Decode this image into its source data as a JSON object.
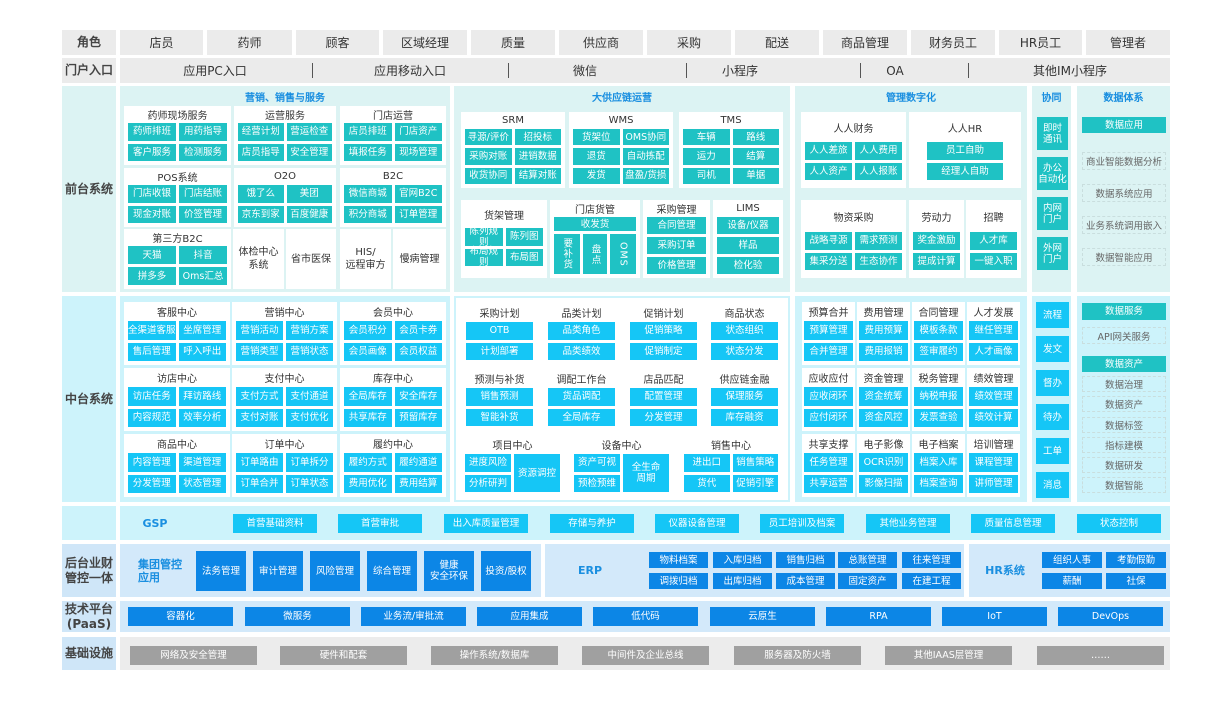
{
  "colors": {
    "teal": "#1fc2c4",
    "cyan": "#15c6f6",
    "blue": "#0c86e6",
    "gray": "#a0a0a0",
    "title_blue": "#1a8fe0"
  },
  "roles": {
    "label": "角色",
    "items": [
      "店员",
      "药师",
      "顾客",
      "区域经理",
      "质量",
      "供应商",
      "采购",
      "配送",
      "商品管理",
      "财务员工",
      "HR员工",
      "管理者"
    ]
  },
  "portal": {
    "label": "门户入口",
    "items": [
      "应用PC入口",
      "应用移动入口",
      "微信",
      "小程序",
      "OA",
      "其他IM小程序"
    ]
  },
  "front": {
    "label": "前台系统",
    "marketing": {
      "title": "营销、销售与服务",
      "groups": [
        {
          "title": "药师现场服务",
          "cells": [
            "药师排班",
            "用药指导",
            "客户服务",
            "检测服务"
          ]
        },
        {
          "title": "运营服务",
          "cells": [
            "经营计划",
            "营运检查",
            "店员指导",
            "安全管理"
          ]
        },
        {
          "title": "门店运营",
          "cells": [
            "店员排班",
            "门店资产",
            "填报任务",
            "现场管理"
          ]
        },
        {
          "title": "POS系统",
          "cells": [
            "门店收银",
            "门店结账",
            "现金对账",
            "价签管理"
          ]
        },
        {
          "title": "O2O",
          "cells": [
            "饿了么",
            "美团",
            "京东到家",
            "百度健康"
          ]
        },
        {
          "title": "B2C",
          "cells": [
            "微信商城",
            "官网B2C",
            "积分商城",
            "订单管理"
          ]
        },
        {
          "title": "第三方B2C",
          "cells": [
            "天猫",
            "抖音",
            "拼多多",
            "Oms汇总"
          ]
        }
      ],
      "plain": [
        "体检中心\n系统",
        "省市医保",
        "HIS/\n远程审方",
        "慢病管理"
      ]
    },
    "supply": {
      "title": "大供应链运营",
      "groups": [
        {
          "title": "SRM",
          "cells": [
            "寻源/评价",
            "招投标",
            "采购对账",
            "进销数据",
            "收货协同",
            "结算对账"
          ]
        },
        {
          "title": "WMS",
          "cells": [
            "货架位",
            "OMS协同",
            "退货",
            "自动拣配",
            "发货",
            "盘盈/货损"
          ]
        },
        {
          "title": "TMS",
          "cells": [
            "车辆",
            "路线",
            "运力",
            "结算",
            "司机",
            "单据"
          ]
        },
        {
          "title": "货架管理",
          "cells": [
            "陈列规则",
            "陈列图",
            "布局规则",
            "布局图"
          ]
        },
        {
          "title": "门店货管",
          "cells": [
            "收发货",
            "要补货",
            "盘点",
            "OMS"
          ]
        },
        {
          "title": "采购管理",
          "cells": [
            "合同管理",
            "采购订单",
            "价格管理"
          ]
        },
        {
          "title": "LIMS",
          "cells": [
            "设备/仪器",
            "样品",
            "检化验"
          ]
        }
      ]
    },
    "mgmt": {
      "title": "管理数字化",
      "groups": [
        {
          "title": "人人财务",
          "cells": [
            "人人差旅",
            "人人费用",
            "人人资产",
            "人人报账"
          ]
        },
        {
          "title": "人人HR",
          "cells": [
            "员工自助",
            "经理人自助"
          ]
        },
        {
          "title": "物资采购",
          "cells": [
            "战略寻源",
            "需求预测",
            "集采分送",
            "生态协作"
          ]
        },
        {
          "title": "劳动力",
          "cells": [
            "奖金激励",
            "提成计算"
          ]
        },
        {
          "title": "招聘",
          "cells": [
            "人才库",
            "一键入职"
          ]
        }
      ]
    },
    "collab": {
      "title": "协同",
      "items": [
        "即时\n通讯",
        "办公\n自动化",
        "内网\n门户",
        "外网\n门户"
      ]
    },
    "data": {
      "title": "数据体系",
      "header": "数据应用",
      "items": [
        "商业智能数据分析",
        "数据系统应用",
        "业务系统调用嵌入",
        "数据智能应用"
      ]
    }
  },
  "middle": {
    "label": "中台系统",
    "marketing": {
      "groups": [
        {
          "title": "客服中心",
          "cells": [
            "全渠道客服",
            "坐席管理",
            "售后管理",
            "呼入呼出"
          ]
        },
        {
          "title": "营销中心",
          "cells": [
            "营销活动",
            "营销方案",
            "营销类型",
            "营销状态"
          ]
        },
        {
          "title": "会员中心",
          "cells": [
            "会员积分",
            "会员卡券",
            "会员画像",
            "会员权益"
          ]
        },
        {
          "title": "访店中心",
          "cells": [
            "访店任务",
            "拜访路线",
            "内容规范",
            "效率分析"
          ]
        },
        {
          "title": "支付中心",
          "cells": [
            "支付方式",
            "支付通道",
            "支付对账",
            "支付优化"
          ]
        },
        {
          "title": "库存中心",
          "cells": [
            "全局库存",
            "安全库存",
            "共享库存",
            "预留库存"
          ]
        },
        {
          "title": "商品中心",
          "cells": [
            "内容管理",
            "渠道管理",
            "分发管理",
            "状态管理"
          ]
        },
        {
          "title": "订单中心",
          "cells": [
            "订单路由",
            "订单拆分",
            "订单合并",
            "订单状态"
          ]
        },
        {
          "title": "履约中心",
          "cells": [
            "履约方式",
            "履约通道",
            "费用优化",
            "费用结算"
          ]
        }
      ]
    },
    "supply": {
      "groups": [
        {
          "title": "采购计划",
          "cells": [
            "OTB",
            "计划部署"
          ]
        },
        {
          "title": "品类计划",
          "cells": [
            "品类角色",
            "品类绩效"
          ]
        },
        {
          "title": "促销计划",
          "cells": [
            "促销策略",
            "促销制定"
          ]
        },
        {
          "title": "商品状态",
          "cells": [
            "状态组织",
            "状态分发"
          ]
        },
        {
          "title": "预测与补货",
          "cells": [
            "销售预测",
            "智能补货"
          ]
        },
        {
          "title": "调配工作台",
          "cells": [
            "货品调配",
            "全局库存"
          ]
        },
        {
          "title": "店品匹配",
          "cells": [
            "配置管理",
            "分发管理"
          ]
        },
        {
          "title": "供应链金融",
          "cells": [
            "保理服务",
            "库存融资"
          ]
        },
        {
          "title": "项目中心",
          "cells": [
            "进度风险",
            "分析研判",
            "资源调控"
          ]
        },
        {
          "title": "设备中心",
          "cells": [
            "资产可视",
            "预检预维",
            "全生命\n周期"
          ]
        },
        {
          "title": "销售中心",
          "cells": [
            "进出口",
            "销售策略",
            "货代",
            "促销引擎"
          ]
        }
      ]
    },
    "mgmt": {
      "groups": [
        {
          "title": "预算合并",
          "cells": [
            "预算管理",
            "合并管理"
          ]
        },
        {
          "title": "费用管理",
          "cells": [
            "费用预算",
            "费用报销"
          ]
        },
        {
          "title": "合同管理",
          "cells": [
            "模板条款",
            "签审履约"
          ]
        },
        {
          "title": "人才发展",
          "cells": [
            "继任管理",
            "人才画像"
          ]
        },
        {
          "title": "应收应付",
          "cells": [
            "应收闭环",
            "应付闭环"
          ]
        },
        {
          "title": "资金管理",
          "cells": [
            "资金统筹",
            "资金风控"
          ]
        },
        {
          "title": "税务管理",
          "cells": [
            "纳税申报",
            "发票查验"
          ]
        },
        {
          "title": "绩效管理",
          "cells": [
            "绩效管理",
            "绩效计算"
          ]
        },
        {
          "title": "共享支撑",
          "cells": [
            "任务管理",
            "共享运营"
          ]
        },
        {
          "title": "电子影像",
          "cells": [
            "OCR识别",
            "影像扫描"
          ]
        },
        {
          "title": "电子档案",
          "cells": [
            "档案入库",
            "档案查询"
          ]
        },
        {
          "title": "培训管理",
          "cells": [
            "课程管理",
            "讲师管理"
          ]
        }
      ]
    },
    "collab": {
      "items": [
        "流程",
        "发文",
        "督办",
        "待办",
        "工单",
        "消息"
      ]
    },
    "data": {
      "service_header": "数据服务",
      "service_items": [
        "API网关服务"
      ],
      "asset_header": "数据资产",
      "asset_items": [
        "数据治理",
        "数据资产",
        "数据标签",
        "指标建模",
        "数据研发",
        "数据智能"
      ]
    }
  },
  "gsp": {
    "label": "GSP",
    "items": [
      "首营基础资料",
      "首营审批",
      "出入库质量管理",
      "存储与养护",
      "仪器设备管理",
      "员工培训及档案",
      "其他业务管理",
      "质量信息管理",
      "状态控制"
    ]
  },
  "backend": {
    "label": "后台业财\n管控一体",
    "group": {
      "title": "集团管控\n应用",
      "items": [
        "法务管理",
        "审计管理",
        "风险管理",
        "综合管理",
        "健康\n安全环保",
        "投资/股权"
      ]
    },
    "erp": {
      "title": "ERP",
      "items": [
        "物料档案",
        "入库归档",
        "销售归档",
        "总账管理",
        "往来管理",
        "调拨归档",
        "出库归档",
        "成本管理",
        "固定资产",
        "在建工程"
      ]
    },
    "hr": {
      "title": "HR系统",
      "items": [
        "组织人事",
        "考勤假勤",
        "薪酬",
        "社保"
      ]
    }
  },
  "paas": {
    "label": "技术平台\n(PaaS)",
    "items": [
      "容器化",
      "微服务",
      "业务流/审批流",
      "应用集成",
      "低代码",
      "云原生",
      "RPA",
      "IoT",
      "DevOps"
    ]
  },
  "infra": {
    "label": "基础设施",
    "items": [
      "网络及安全管理",
      "硬件和配套",
      "操作系统/数据库",
      "中间件及企业总线",
      "服务器及防火墙",
      "其他IAAS层管理",
      "……"
    ]
  }
}
